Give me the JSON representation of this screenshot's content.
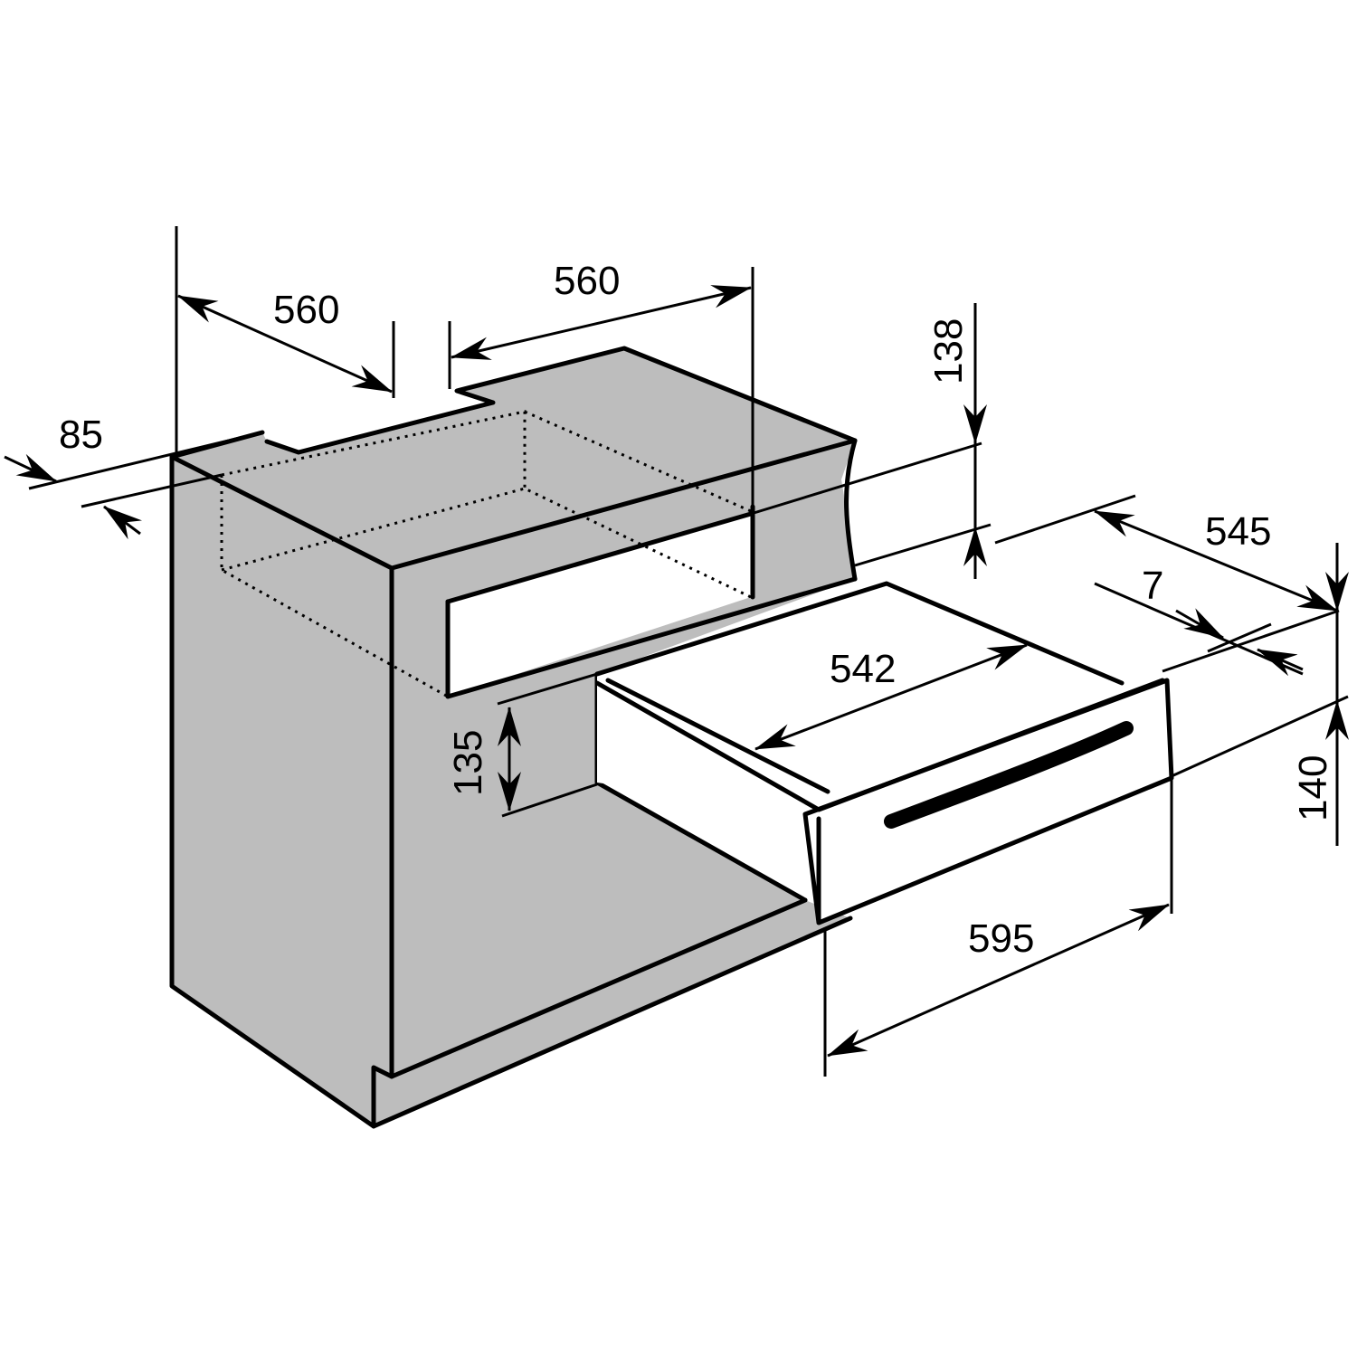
{
  "colors": {
    "cabinet_fill": "#bdbdbd",
    "line": "#000000",
    "background": "#ffffff"
  },
  "dimensions": {
    "cabinet_depth_left": "560",
    "cabinet_width_top": "560",
    "top_offset": "85",
    "upper_gap_height": "138",
    "drawer_depth_total": "545",
    "front_thickness": "7",
    "drawer_inner_width": "542",
    "niche_height": "135",
    "drawer_height": "140",
    "drawer_width": "595"
  }
}
